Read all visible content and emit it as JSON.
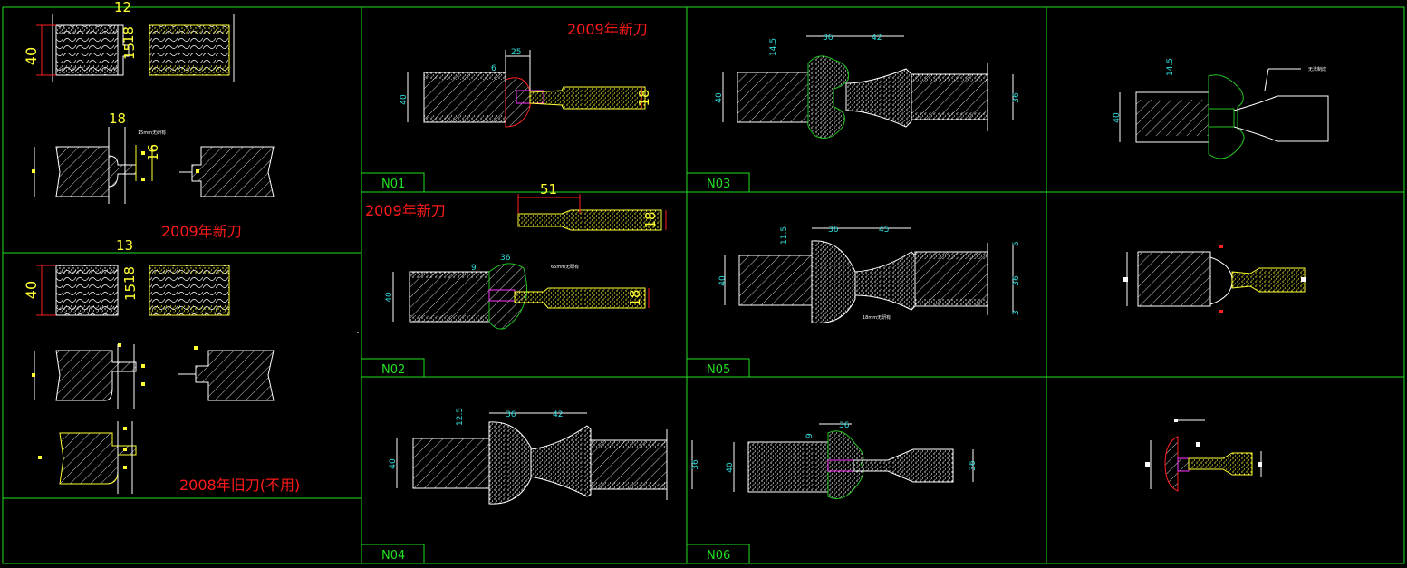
{
  "labels": {
    "new_2009": "2009年新刀",
    "old_2008": "2008年旧刀(不用)"
  },
  "panels": {
    "n01": "N01",
    "n02": "N02",
    "n03": "N03",
    "n04": "N04",
    "n05": "N05",
    "n06": "N06"
  },
  "dims": {
    "d12": "12",
    "d13": "13",
    "d15": "15",
    "d18": "18",
    "d16": "16",
    "d40": "40",
    "d25": "25",
    "d6": "6",
    "d9": "9",
    "d36": "36",
    "d42": "42",
    "d45": "45",
    "d51": "51",
    "d145": "14.5",
    "d115": "11.5",
    "d125": "12.5",
    "d5": "5",
    "d3": "3"
  },
  "notes": {
    "n1": "无法制成",
    "n2": "15mm无研有",
    "n3": "18mm无研有",
    "n4": "65mm无研有"
  },
  "colors": {
    "frame": "#21e021",
    "title": "#ff1a1a",
    "white": "#ffffff",
    "yellow": "#ffff33",
    "cyan": "#33e0e0",
    "magenta": "#ff33ff",
    "green": "#21c421",
    "red": "#ff2020"
  }
}
